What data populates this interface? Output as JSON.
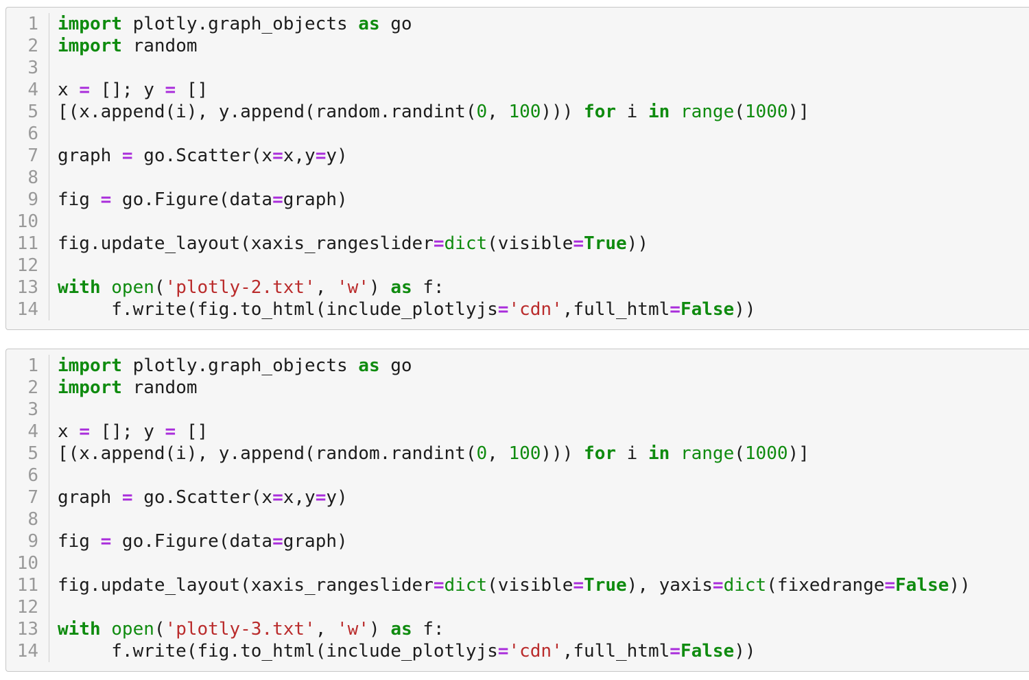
{
  "colors": {
    "keyword": "#0f8b0f",
    "builtin": "#0f8b0f",
    "number": "#0f8b0f",
    "string": "#ba2c2c",
    "operator": "#a92ddb",
    "text": "#1c1c1c",
    "line_number": "#999999",
    "block_bg": "#f6f6f6",
    "block_border": "#c6c6c6",
    "gutter_border": "#cfcfcf",
    "page_bg": "#ffffff",
    "divider": "#d4d4d4"
  },
  "blocks": [
    {
      "name": "code-block-1",
      "language": "python",
      "lines": [
        {
          "n": 1,
          "tokens": [
            {
              "t": "kw",
              "v": "import"
            },
            {
              "t": "plain",
              "v": " plotly.graph_objects "
            },
            {
              "t": "kw",
              "v": "as"
            },
            {
              "t": "plain",
              "v": " go"
            }
          ]
        },
        {
          "n": 2,
          "tokens": [
            {
              "t": "kw",
              "v": "import"
            },
            {
              "t": "plain",
              "v": " random"
            }
          ]
        },
        {
          "n": 3,
          "tokens": []
        },
        {
          "n": 4,
          "tokens": [
            {
              "t": "plain",
              "v": "x "
            },
            {
              "t": "op",
              "v": "="
            },
            {
              "t": "plain",
              "v": " []; y "
            },
            {
              "t": "op",
              "v": "="
            },
            {
              "t": "plain",
              "v": " []"
            }
          ]
        },
        {
          "n": 5,
          "tokens": [
            {
              "t": "plain",
              "v": "[(x.append(i), y.append(random.randint("
            },
            {
              "t": "num",
              "v": "0"
            },
            {
              "t": "plain",
              "v": ", "
            },
            {
              "t": "num",
              "v": "100"
            },
            {
              "t": "plain",
              "v": "))) "
            },
            {
              "t": "kw",
              "v": "for"
            },
            {
              "t": "plain",
              "v": " i "
            },
            {
              "t": "kw",
              "v": "in"
            },
            {
              "t": "plain",
              "v": " "
            },
            {
              "t": "fn",
              "v": "range"
            },
            {
              "t": "plain",
              "v": "("
            },
            {
              "t": "num",
              "v": "1000"
            },
            {
              "t": "plain",
              "v": ")]"
            }
          ]
        },
        {
          "n": 6,
          "tokens": []
        },
        {
          "n": 7,
          "tokens": [
            {
              "t": "plain",
              "v": "graph "
            },
            {
              "t": "op",
              "v": "="
            },
            {
              "t": "plain",
              "v": " go.Scatter(x"
            },
            {
              "t": "op",
              "v": "="
            },
            {
              "t": "plain",
              "v": "x,y"
            },
            {
              "t": "op",
              "v": "="
            },
            {
              "t": "plain",
              "v": "y)"
            }
          ]
        },
        {
          "n": 8,
          "tokens": []
        },
        {
          "n": 9,
          "tokens": [
            {
              "t": "plain",
              "v": "fig "
            },
            {
              "t": "op",
              "v": "="
            },
            {
              "t": "plain",
              "v": " go.Figure(data"
            },
            {
              "t": "op",
              "v": "="
            },
            {
              "t": "plain",
              "v": "graph)"
            }
          ]
        },
        {
          "n": 10,
          "tokens": []
        },
        {
          "n": 11,
          "tokens": [
            {
              "t": "plain",
              "v": "fig.update_layout(xaxis_rangeslider"
            },
            {
              "t": "op",
              "v": "="
            },
            {
              "t": "fn",
              "v": "dict"
            },
            {
              "t": "plain",
              "v": "(visible"
            },
            {
              "t": "op",
              "v": "="
            },
            {
              "t": "kw",
              "v": "True"
            },
            {
              "t": "plain",
              "v": "))"
            }
          ]
        },
        {
          "n": 12,
          "tokens": []
        },
        {
          "n": 13,
          "tokens": [
            {
              "t": "kw",
              "v": "with"
            },
            {
              "t": "plain",
              "v": " "
            },
            {
              "t": "fn",
              "v": "open"
            },
            {
              "t": "plain",
              "v": "("
            },
            {
              "t": "str",
              "v": "'plotly-2.txt'"
            },
            {
              "t": "plain",
              "v": ", "
            },
            {
              "t": "str",
              "v": "'w'"
            },
            {
              "t": "plain",
              "v": ") "
            },
            {
              "t": "kw",
              "v": "as"
            },
            {
              "t": "plain",
              "v": " f:"
            }
          ]
        },
        {
          "n": 14,
          "tokens": [
            {
              "t": "plain",
              "v": "     f.write(fig.to_html(include_plotlyjs"
            },
            {
              "t": "op",
              "v": "="
            },
            {
              "t": "str",
              "v": "'cdn'"
            },
            {
              "t": "plain",
              "v": ",full_html"
            },
            {
              "t": "op",
              "v": "="
            },
            {
              "t": "kw",
              "v": "False"
            },
            {
              "t": "plain",
              "v": "))"
            }
          ]
        }
      ]
    },
    {
      "name": "code-block-2",
      "language": "python",
      "lines": [
        {
          "n": 1,
          "tokens": [
            {
              "t": "kw",
              "v": "import"
            },
            {
              "t": "plain",
              "v": " plotly.graph_objects "
            },
            {
              "t": "kw",
              "v": "as"
            },
            {
              "t": "plain",
              "v": " go"
            }
          ]
        },
        {
          "n": 2,
          "tokens": [
            {
              "t": "kw",
              "v": "import"
            },
            {
              "t": "plain",
              "v": " random"
            }
          ]
        },
        {
          "n": 3,
          "tokens": []
        },
        {
          "n": 4,
          "tokens": [
            {
              "t": "plain",
              "v": "x "
            },
            {
              "t": "op",
              "v": "="
            },
            {
              "t": "plain",
              "v": " []; y "
            },
            {
              "t": "op",
              "v": "="
            },
            {
              "t": "plain",
              "v": " []"
            }
          ]
        },
        {
          "n": 5,
          "tokens": [
            {
              "t": "plain",
              "v": "[(x.append(i), y.append(random.randint("
            },
            {
              "t": "num",
              "v": "0"
            },
            {
              "t": "plain",
              "v": ", "
            },
            {
              "t": "num",
              "v": "100"
            },
            {
              "t": "plain",
              "v": "))) "
            },
            {
              "t": "kw",
              "v": "for"
            },
            {
              "t": "plain",
              "v": " i "
            },
            {
              "t": "kw",
              "v": "in"
            },
            {
              "t": "plain",
              "v": " "
            },
            {
              "t": "fn",
              "v": "range"
            },
            {
              "t": "plain",
              "v": "("
            },
            {
              "t": "num",
              "v": "1000"
            },
            {
              "t": "plain",
              "v": ")]"
            }
          ]
        },
        {
          "n": 6,
          "tokens": []
        },
        {
          "n": 7,
          "tokens": [
            {
              "t": "plain",
              "v": "graph "
            },
            {
              "t": "op",
              "v": "="
            },
            {
              "t": "plain",
              "v": " go.Scatter(x"
            },
            {
              "t": "op",
              "v": "="
            },
            {
              "t": "plain",
              "v": "x,y"
            },
            {
              "t": "op",
              "v": "="
            },
            {
              "t": "plain",
              "v": "y)"
            }
          ]
        },
        {
          "n": 8,
          "tokens": []
        },
        {
          "n": 9,
          "tokens": [
            {
              "t": "plain",
              "v": "fig "
            },
            {
              "t": "op",
              "v": "="
            },
            {
              "t": "plain",
              "v": " go.Figure(data"
            },
            {
              "t": "op",
              "v": "="
            },
            {
              "t": "plain",
              "v": "graph)"
            }
          ]
        },
        {
          "n": 10,
          "tokens": []
        },
        {
          "n": 11,
          "tokens": [
            {
              "t": "plain",
              "v": "fig.update_layout(xaxis_rangeslider"
            },
            {
              "t": "op",
              "v": "="
            },
            {
              "t": "fn",
              "v": "dict"
            },
            {
              "t": "plain",
              "v": "(visible"
            },
            {
              "t": "op",
              "v": "="
            },
            {
              "t": "kw",
              "v": "True"
            },
            {
              "t": "plain",
              "v": "), yaxis"
            },
            {
              "t": "op",
              "v": "="
            },
            {
              "t": "fn",
              "v": "dict"
            },
            {
              "t": "plain",
              "v": "(fixedrange"
            },
            {
              "t": "op",
              "v": "="
            },
            {
              "t": "kw",
              "v": "False"
            },
            {
              "t": "plain",
              "v": "))"
            }
          ]
        },
        {
          "n": 12,
          "tokens": []
        },
        {
          "n": 13,
          "tokens": [
            {
              "t": "kw",
              "v": "with"
            },
            {
              "t": "plain",
              "v": " "
            },
            {
              "t": "fn",
              "v": "open"
            },
            {
              "t": "plain",
              "v": "("
            },
            {
              "t": "str",
              "v": "'plotly-3.txt'"
            },
            {
              "t": "plain",
              "v": ", "
            },
            {
              "t": "str",
              "v": "'w'"
            },
            {
              "t": "plain",
              "v": ") "
            },
            {
              "t": "kw",
              "v": "as"
            },
            {
              "t": "plain",
              "v": " f:"
            }
          ]
        },
        {
          "n": 14,
          "tokens": [
            {
              "t": "plain",
              "v": "     f.write(fig.to_html(include_plotlyjs"
            },
            {
              "t": "op",
              "v": "="
            },
            {
              "t": "str",
              "v": "'cdn'"
            },
            {
              "t": "plain",
              "v": ",full_html"
            },
            {
              "t": "op",
              "v": "="
            },
            {
              "t": "kw",
              "v": "False"
            },
            {
              "t": "plain",
              "v": "))"
            }
          ]
        }
      ]
    }
  ]
}
